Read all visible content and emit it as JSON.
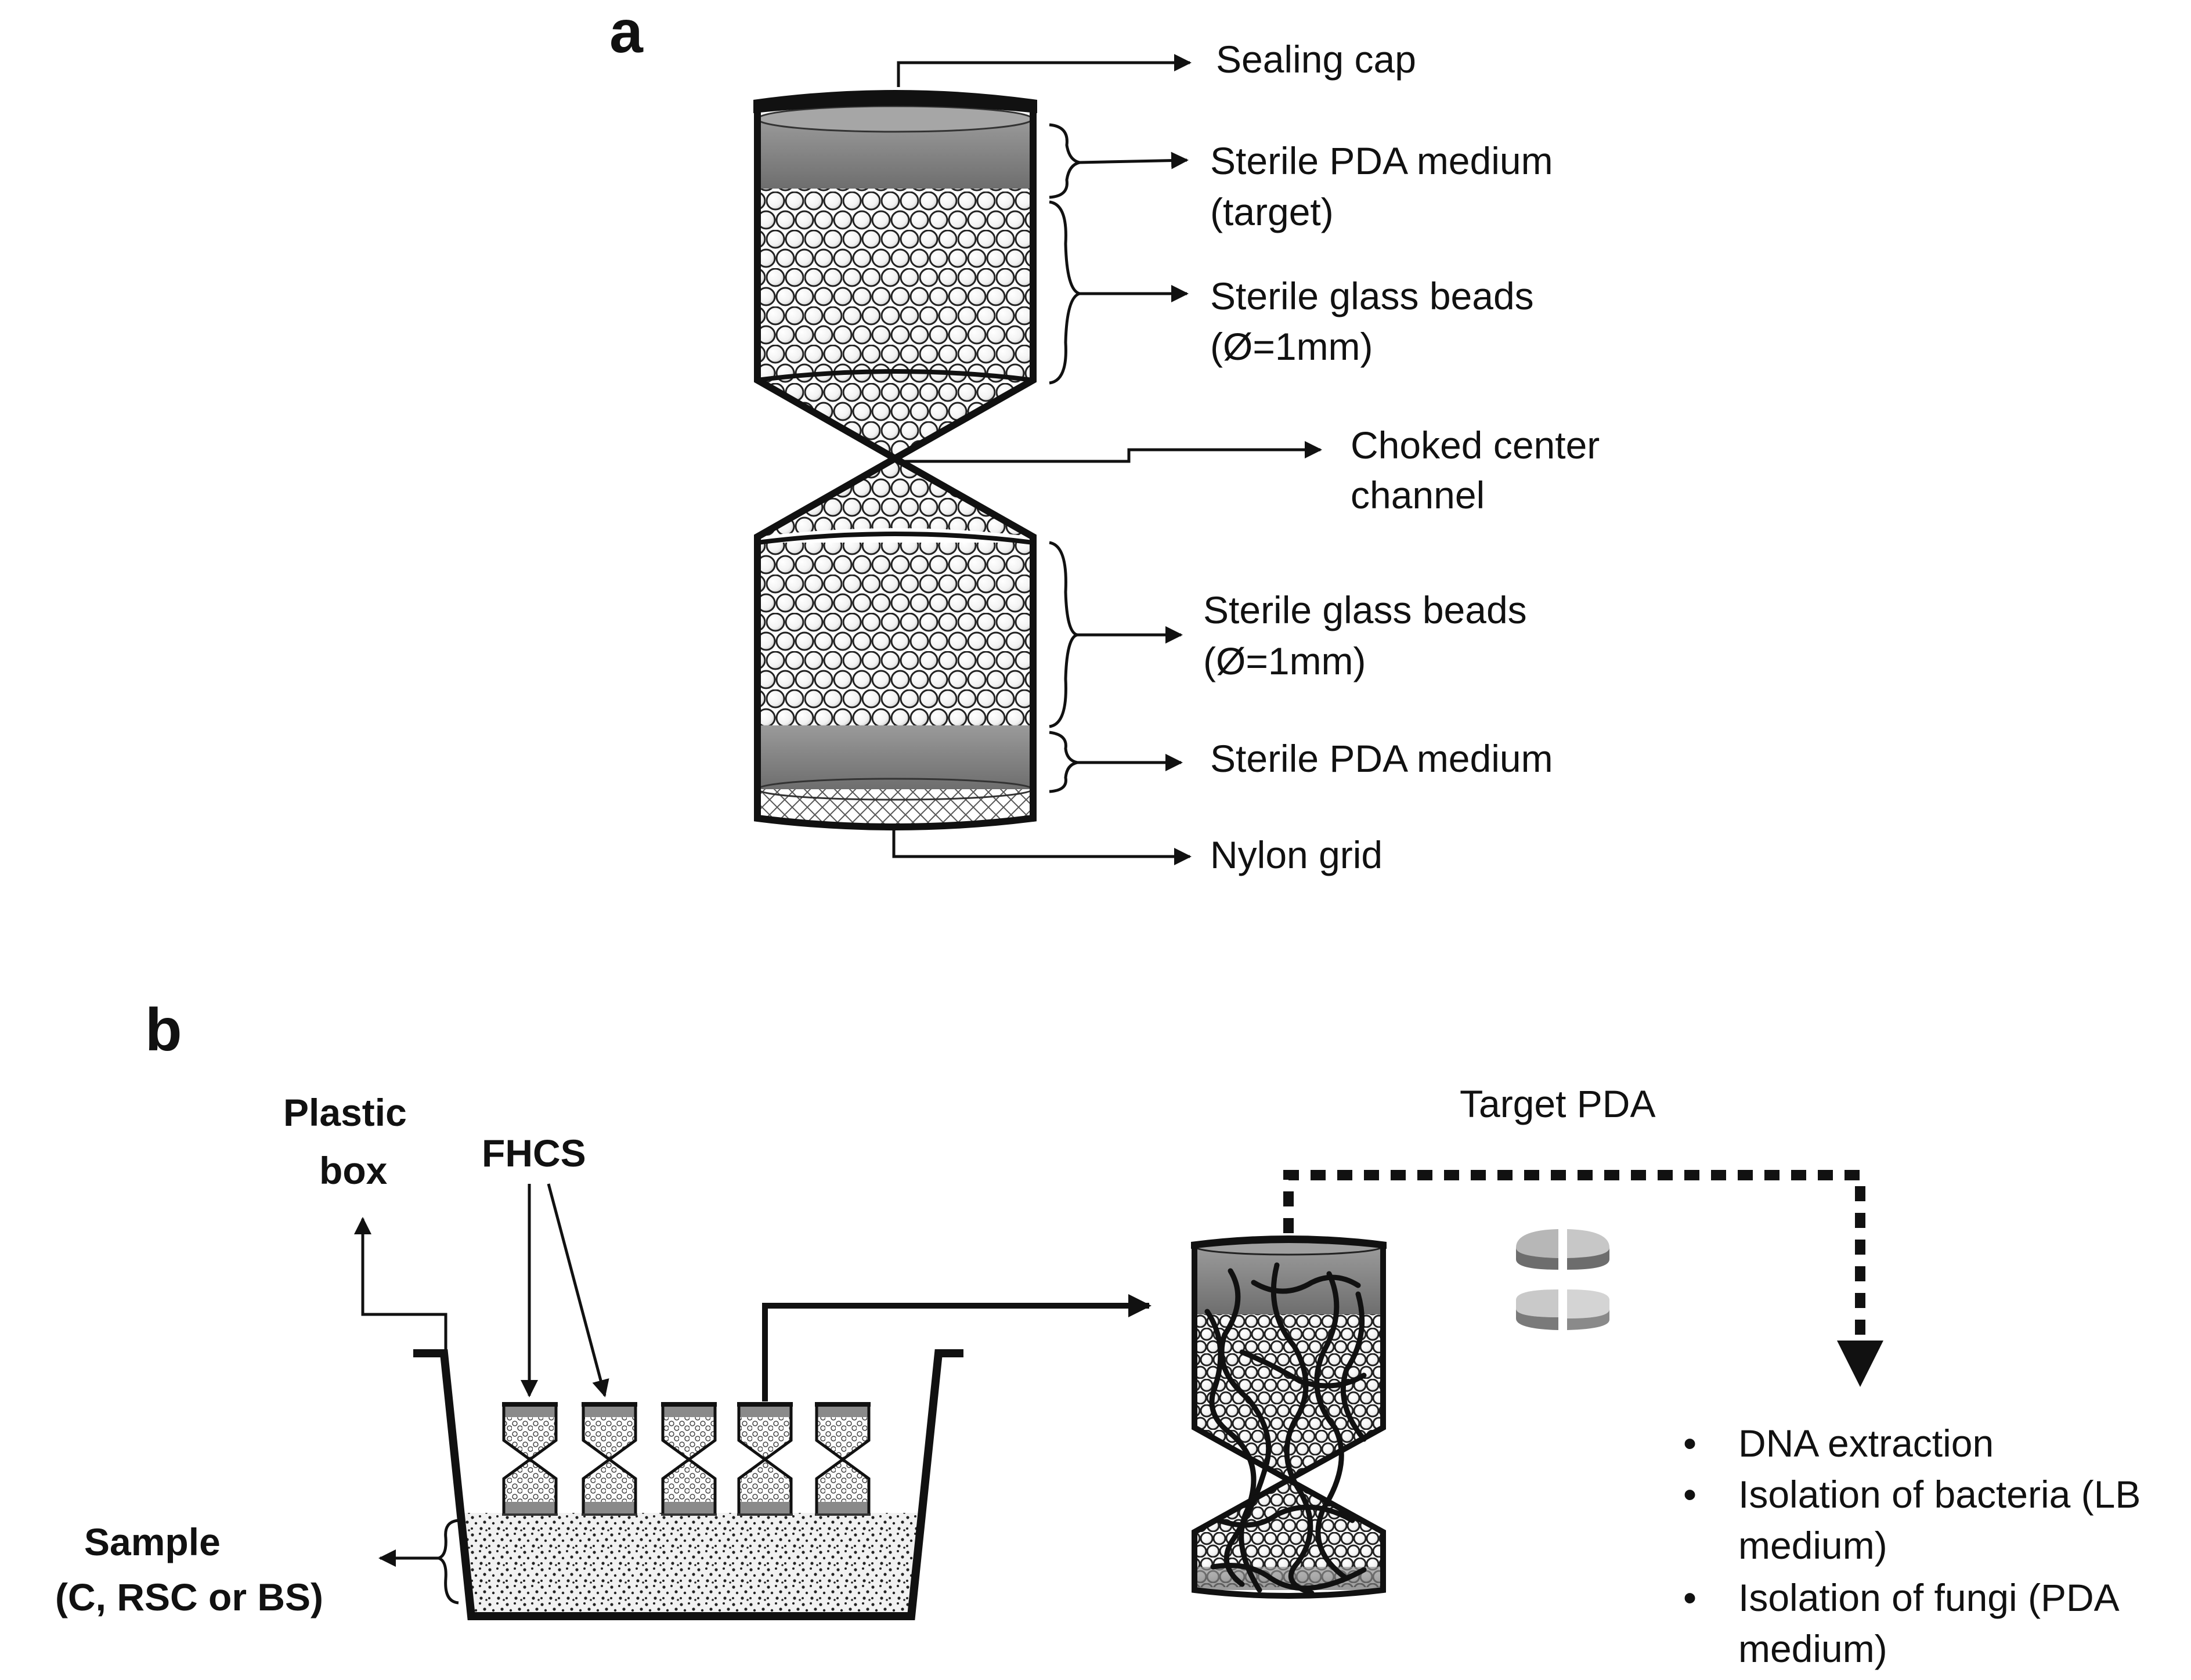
{
  "panel_a": {
    "letter": "a",
    "labels": {
      "sealing_cap": "Sealing cap",
      "pda_target_1": "Sterile PDA medium",
      "pda_target_2": "(target)",
      "beads_top_1": "Sterile glass beads",
      "beads_top_2": "(Ø=1mm)",
      "choked_1": "Choked center",
      "choked_2": "channel",
      "beads_bottom_1": "Sterile glass beads",
      "beads_bottom_2": "(Ø=1mm)",
      "pda_bottom": "Sterile PDA medium",
      "nylon": "Nylon grid"
    }
  },
  "panel_b": {
    "letter": "b",
    "plastic_box_1": "Plastic",
    "plastic_box_2": "box",
    "fhcs": "FHCS",
    "sample_1": "Sample",
    "sample_2": "(C, RSC or BS)",
    "target_pda": "Target PDA",
    "bullets": [
      "DNA extraction",
      "Isolation of bacteria (LB",
      "medium)",
      "Isolation of fungi (PDA",
      "medium)"
    ]
  },
  "colors": {
    "pda": "#7a7a7a",
    "ink": "#111111",
    "soil": "#dcdcdc"
  }
}
